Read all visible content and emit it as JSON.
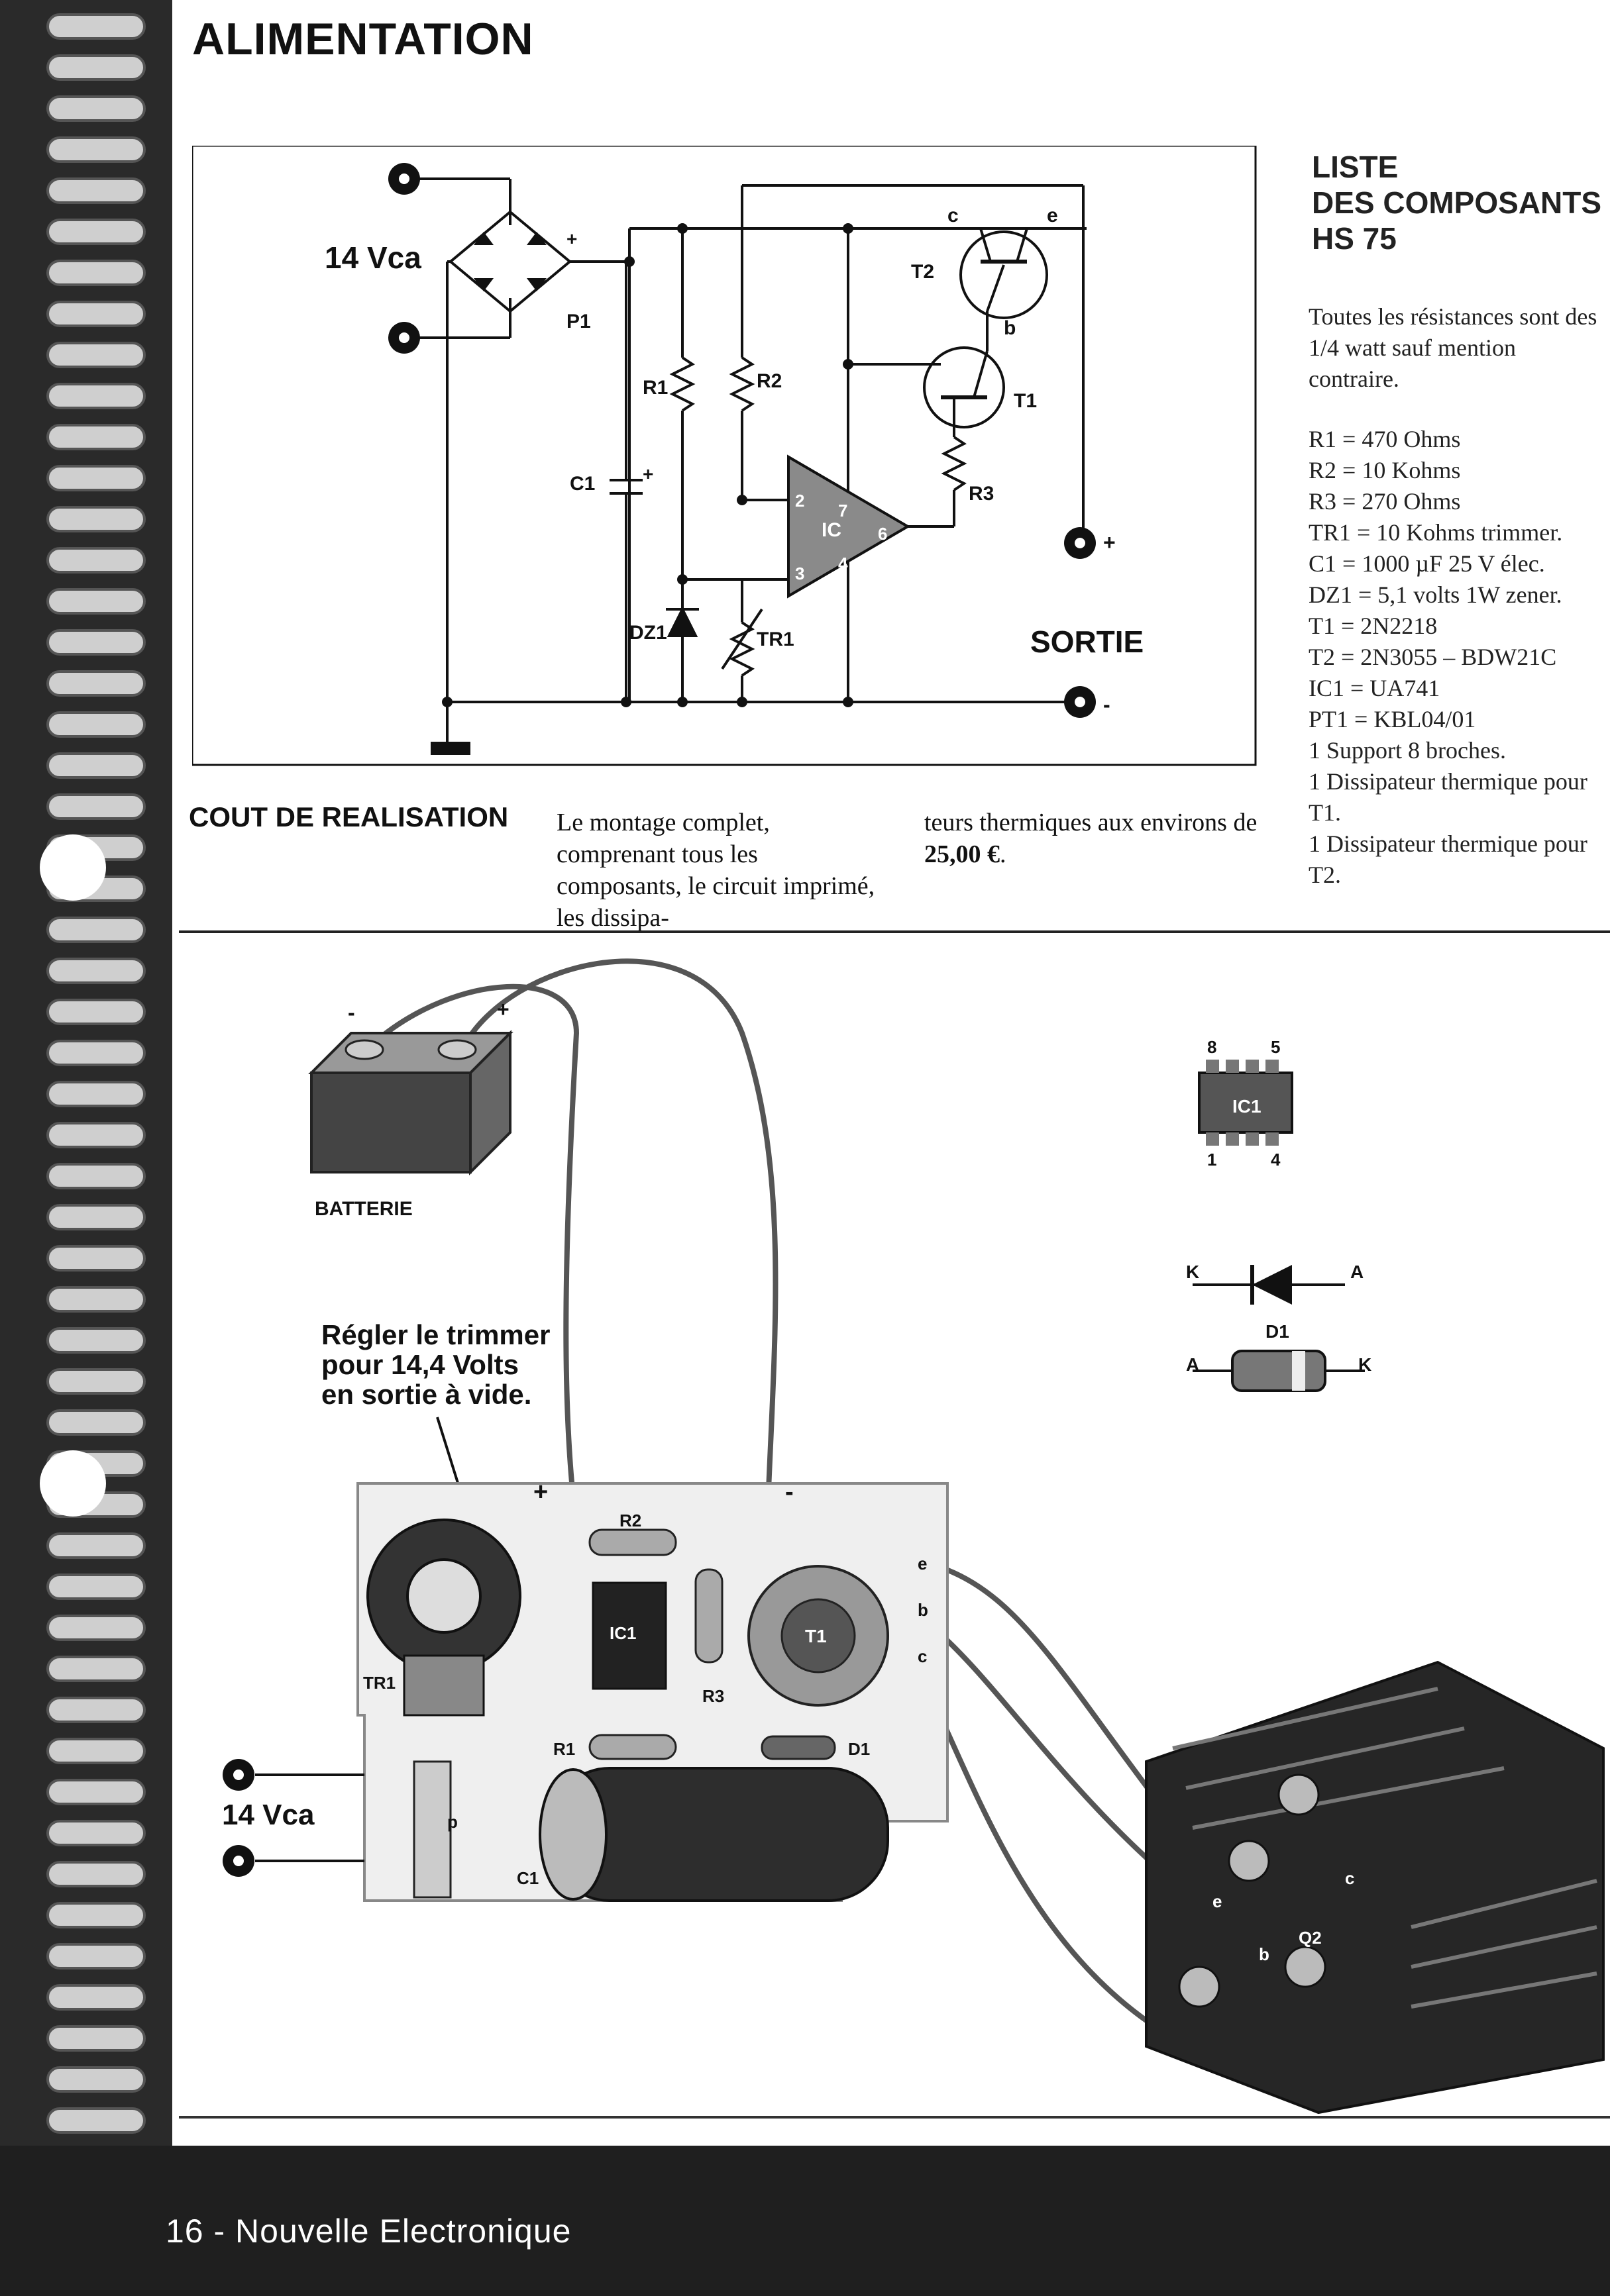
{
  "header": {
    "title": "ALIMENTATION"
  },
  "schematic": {
    "input_label": "14 Vca",
    "output_label": "SORTIE",
    "plus": "+",
    "minus": "-",
    "components": {
      "p1": "P1",
      "c1": "C1",
      "r1": "R1",
      "r2": "R2",
      "r3": "R3",
      "dz1": "DZ1",
      "tr1": "TR1",
      "ic": "IC",
      "t1": "T1",
      "t2": "T2",
      "pin_c": "c",
      "pin_e": "e",
      "pin_b": "b",
      "ic_pin2": "2",
      "ic_pin3": "3",
      "ic_pin4": "4",
      "ic_pin6": "6",
      "ic_pin7": "7"
    }
  },
  "bom": {
    "title_line1": "LISTE",
    "title_line2": "DES COMPOSANTS",
    "title_line3": "HS 75",
    "intro": "Toutes les résistances sont des 1/4 watt sauf mention contraire.",
    "items": [
      "R1 = 470 Ohms",
      "R2 = 10 Kohms",
      "R3 = 270 Ohms",
      "TR1 = 10 Kohms trimmer.",
      "C1 = 1000 µF 25 V élec.",
      "DZ1 = 5,1 volts 1W zener.",
      "T1 = 2N2218",
      "T2 = 2N3055 – BDW21C",
      "IC1 = UA741",
      "PT1 = KBL04/01",
      "1 Support 8 broches.",
      "1 Dissipateur thermique pour T1.",
      "1 Dissipateur thermique pour T2."
    ]
  },
  "cost": {
    "title": "COUT DE REALISATION",
    "col1": "Le montage complet, comprenant tous les composants, le circuit imprimé, les dissipa-",
    "col2_prefix": "teurs thermiques aux environs de ",
    "price": "25,00 €",
    "col2_suffix": "."
  },
  "layout_drawing": {
    "battery_label": "BATTERIE",
    "battery_minus": "-",
    "battery_plus": "+",
    "instruction": "Régler le trimmer pour 14,4 Volts en sortie à vide.",
    "input_label": "14 Vca",
    "ic1_label": "IC1",
    "ic1_pin8": "8",
    "ic1_pin5": "5",
    "ic1_pin1": "1",
    "ic1_pin4": "4",
    "diode_k": "K",
    "diode_a": "A",
    "d1_label": "D1",
    "board_labels": {
      "plus": "+",
      "minus": "-",
      "r2": "R2",
      "r3": "R3",
      "r1": "R1",
      "d1": "D1",
      "ic1": "IC1",
      "t1": "T1",
      "tr1": "TR1",
      "c1": "C1",
      "p": "p",
      "e": "e",
      "b": "b",
      "c": "c",
      "q2": "Q2"
    }
  },
  "footer": {
    "page": "16 - Nouvelle Electronique"
  }
}
